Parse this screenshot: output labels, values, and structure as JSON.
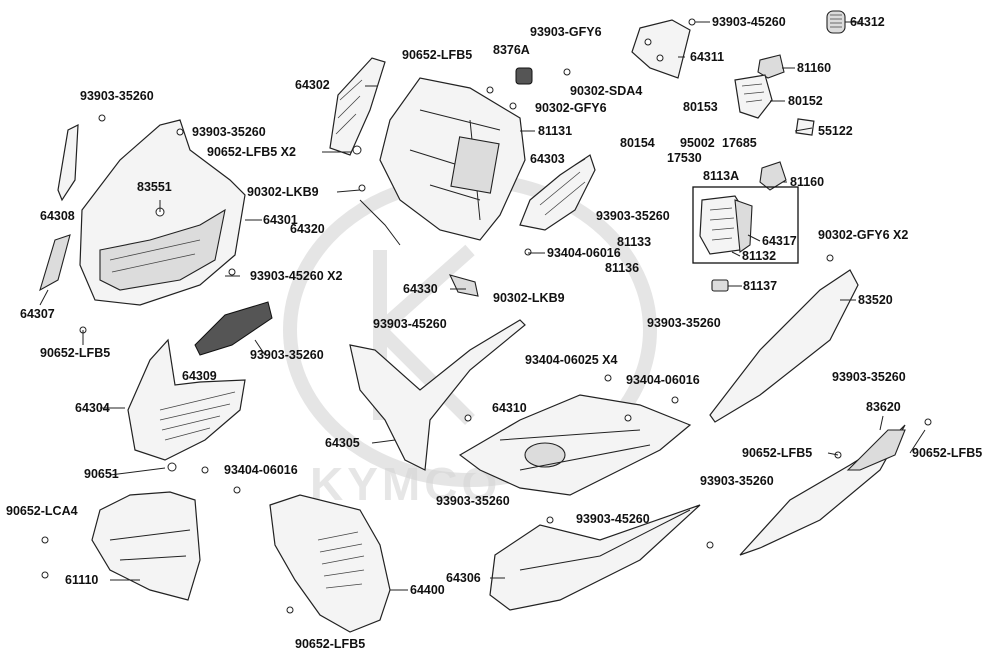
{
  "watermark": {
    "brand": "KYMCO"
  },
  "labels": [
    "64312",
    "93903-45260",
    "90652-LFB5",
    "8376A",
    "93903-GFY6",
    "64311",
    "64302",
    "81160",
    "90302-SDA4",
    "80152",
    "93903-35260",
    "90302-GFY6",
    "80153",
    "93903-35260",
    "81131",
    "55122",
    "90652-LFB5  X2",
    "95002",
    "17685",
    "80154",
    "17530",
    "83551",
    "64303",
    "81160",
    "90302-LKB9",
    "8113A",
    "64308",
    "64301",
    "64320",
    "93903-35260",
    "64317",
    "90302-GFY6   X2",
    "93404-06016",
    "81132",
    "64307",
    "81133",
    "93903-45260 X2",
    "81136",
    "81137",
    "64330",
    "90302-LKB9",
    "83520",
    "93903-45260",
    "93903-35260",
    "90652-LFB5",
    "93903-35260",
    "64309",
    "93404-06025 X4",
    "93404-06016",
    "93903-35260",
    "64304",
    "64310",
    "64305",
    "83620",
    "90652-LFB5",
    "90652-LFB5",
    "90651",
    "93404-06016",
    "93903-35260",
    "93903-35260",
    "90652-LCA4",
    "93903-45260",
    "64306",
    "61110",
    "64400",
    "90652-LFB5"
  ]
}
